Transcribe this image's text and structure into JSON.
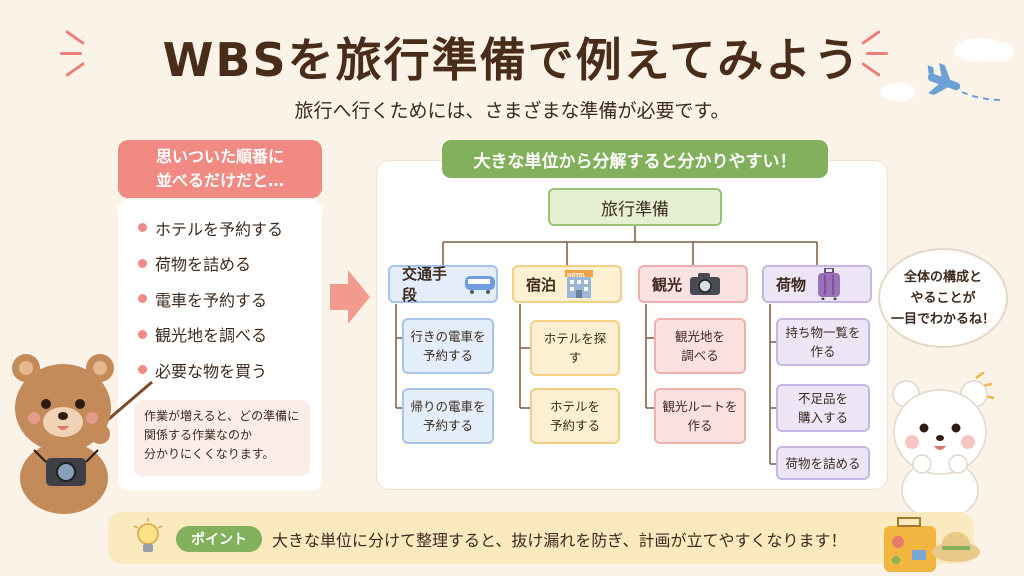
{
  "title": "WBSを旅行準備で例えてみよう",
  "subtitle": "旅行へ行くためには、さまざまな準備が必要です。",
  "left": {
    "header_line1": "思いついた順番に",
    "header_line2": "並べるだけだと…",
    "items": [
      "ホテルを予約する",
      "荷物を詰める",
      "電車を予約する",
      "観光地を調べる",
      "必要な物を買う"
    ],
    "note_lines": [
      "作業が増えると、どの準備に",
      "関係する作業なのか",
      "分かりにくくなります。"
    ]
  },
  "right": {
    "header": "大きな単位から分解すると分かりやすい！",
    "root": "旅行準備",
    "categories": [
      {
        "label": "交通手段",
        "icon": "train-icon",
        "children": [
          [
            "行きの電車を",
            "予約する"
          ],
          [
            "帰りの電車を",
            "予約する"
          ]
        ]
      },
      {
        "label": "宿泊",
        "icon": "hotel-icon",
        "hotel_sign": "HOTEL",
        "children": [
          [
            "ホテルを探す"
          ],
          [
            "ホテルを",
            "予約する"
          ]
        ]
      },
      {
        "label": "観光",
        "icon": "camera-icon",
        "children": [
          [
            "観光地を",
            "調べる"
          ],
          [
            "観光ルートを",
            "作る"
          ]
        ]
      },
      {
        "label": "荷物",
        "icon": "suitcase-icon",
        "children": [
          [
            "持ち物一覧を",
            "作る"
          ],
          [
            "不足品を",
            "購入する"
          ],
          [
            "荷物を詰める"
          ]
        ]
      }
    ]
  },
  "bubble_lines": [
    "全体の構成と",
    "やることが",
    "一目でわかるね！"
  ],
  "point": {
    "label": "ポイント",
    "text": "大きな単位に分けて整理すると、抜け漏れを防ぎ、計画が立てやすくなります！"
  },
  "colors": {
    "accent_green": "#82b05c",
    "accent_pink": "#f08a82",
    "blue": "#a6c4ec",
    "yellow": "#f1cf84",
    "pink": "#eeb0aa",
    "purple": "#c7b7e4"
  }
}
